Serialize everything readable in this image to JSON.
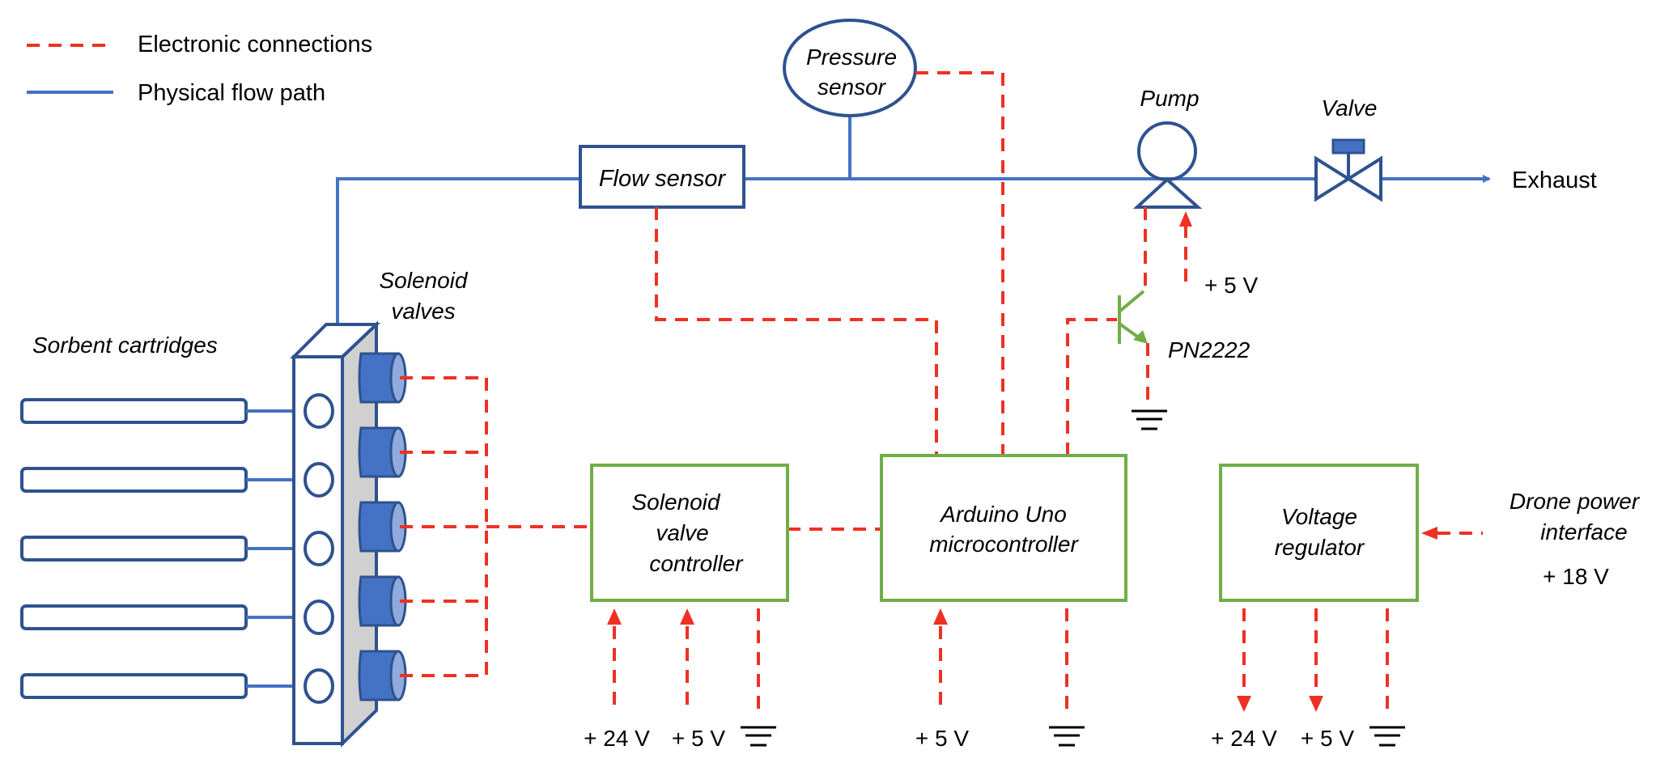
{
  "legend": {
    "items": [
      {
        "label": "Electronic connections",
        "style": "dashed",
        "color": "#ee3124"
      },
      {
        "label": "Physical flow path",
        "style": "solid",
        "color": "#4472c4"
      }
    ]
  },
  "colors": {
    "flow": "#4472c4",
    "component_outline": "#2f528f",
    "electronic": "#ee3124",
    "controller_outline": "#70ad47",
    "valve_fill": "#4472c4",
    "manifold_side": "#d0d0d0"
  },
  "components": {
    "flow_sensor": "Flow sensor",
    "pressure_sensor": [
      "Pressure",
      "sensor"
    ],
    "pump": "Pump",
    "valve": "Valve",
    "exhaust": "Exhaust",
    "solenoid_valves": [
      "Solenoid",
      "valves"
    ],
    "sorbent_cartridges": "Sorbent cartridges",
    "transistor": "PN2222",
    "pump_supply": "+ 5 V",
    "solenoid_controller": [
      "Solenoid",
      "valve",
      "controller"
    ],
    "arduino": [
      "Arduino Uno",
      "microcontroller"
    ],
    "voltage_regulator": [
      "Voltage",
      "regulator"
    ],
    "drone_power": [
      "Drone power",
      "interface",
      "+ 18 V"
    ]
  },
  "cartridge_count": 5,
  "solenoid_valve_count": 5,
  "supplies": {
    "solenoid_controller": [
      "+ 24 V",
      "+ 5 V",
      "ground"
    ],
    "arduino": [
      "+ 5 V",
      "ground"
    ],
    "voltage_regulator": [
      "+ 24 V",
      "+ 5 V",
      "ground"
    ]
  },
  "labels": {
    "sc_24v": "+ 24 V",
    "sc_5v": "+ 5 V",
    "ar_5v": "+ 5 V",
    "vr_24v": "+ 24 V",
    "vr_5v": "+ 5 V"
  }
}
